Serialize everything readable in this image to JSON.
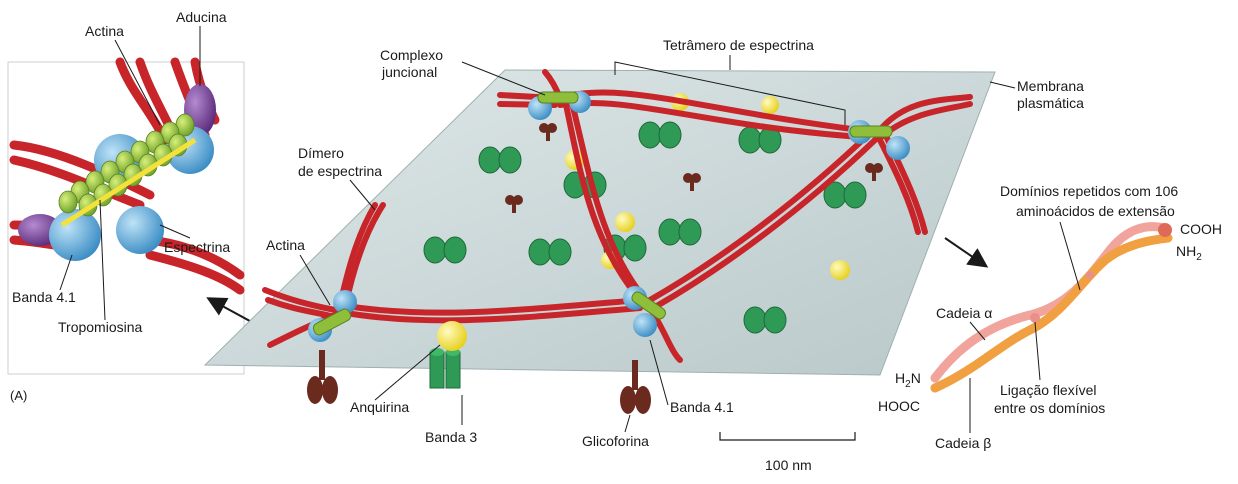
{
  "figure_label": "(A)",
  "inset_labels": {
    "actina": "Actina",
    "aducina": "Aducina",
    "espectrina": "Espectrina",
    "banda41": "Banda 4.1",
    "tropomiosina": "Tropomiosina"
  },
  "main_labels": {
    "complexo_line1": "Complexo",
    "complexo_line2": "juncional",
    "tetramero": "Tetrâmero de espectrina",
    "membrana_line1": "Membrana",
    "membrana_line2": "plasmática",
    "dimero_line1": "Dímero",
    "dimero_line2": "de espectrina",
    "actina": "Actina",
    "anquirina": "Anquirina",
    "banda3": "Banda 3",
    "glicoforina": "Glicoforina",
    "banda41": "Banda 4.1",
    "scale_bar": "100 nm"
  },
  "spectrin_labels": {
    "dominios_line1": "Domínios repetidos com 106",
    "dominios_line2": "aminoácidos de extensão",
    "cooh": "COOH",
    "nh2_main": "NH",
    "nh2_sub": "2",
    "cadeia_alpha": "Cadeia α",
    "cadeia_beta": "Cadeia β",
    "h2n_h": "H",
    "h2n_sub": "2",
    "h2n_n": "N",
    "hooc": "HOOC",
    "ligacao_line1": "Ligação flexível",
    "ligacao_line2": "entre os domínios"
  },
  "colors": {
    "spectrin_red": "#c8252a",
    "actin_green": "#8fbf3a",
    "band41_blue": "#5aa7d6",
    "ankyrin_yellow": "#f3e23b",
    "band3_green": "#2e9a55",
    "glycophorin_brown": "#6b2a1e",
    "adducin_purple": "#7a3d9a",
    "membrane_gray": "#c9d5d6",
    "alpha_chain": "#f0a49c",
    "beta_chain": "#f0a040"
  }
}
